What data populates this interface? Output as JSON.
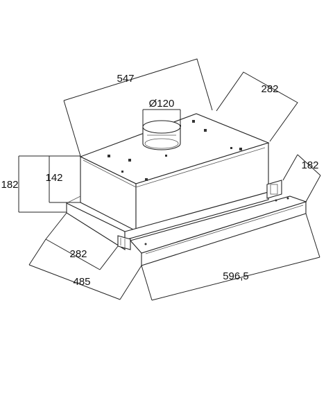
{
  "dimensions": {
    "duct_diameter": "Ø120",
    "top_width": "547",
    "top_depth": "282",
    "total_height": "182",
    "body_height": "142",
    "bottom_depth": "282",
    "total_depth": "485",
    "front_width": "596,5",
    "visor_height": "182"
  }
}
